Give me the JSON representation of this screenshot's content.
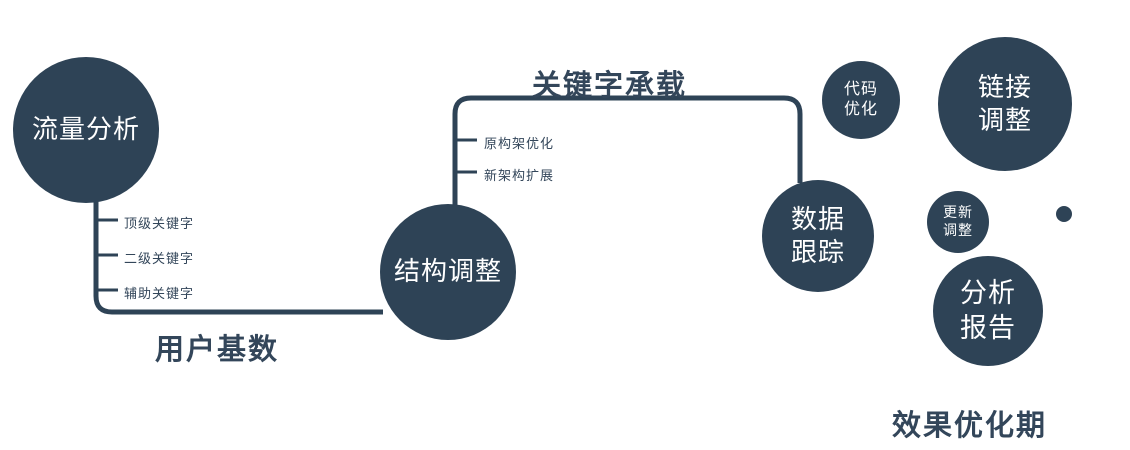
{
  "colors": {
    "primary": "#2e4356",
    "label-text": "#33465a",
    "background": "#ffffff",
    "node-text": "#ffffff"
  },
  "nodes": {
    "traffic_analysis": {
      "label": "流量分析"
    },
    "structure_adjustment": {
      "label": "结构调整"
    },
    "data_tracking": {
      "label": "数据\n跟踪"
    },
    "code_optimization": {
      "label": "代码\n优化"
    },
    "link_adjustment": {
      "label": "链接\n调整"
    },
    "update_adjustment": {
      "label": "更新\n调整"
    },
    "analysis_report": {
      "label": "分析\n报告"
    }
  },
  "edge_labels": {
    "user_base": "用户基数",
    "keyword_carrying": "关键字承载"
  },
  "branch_labels": {
    "traffic": [
      "顶级关键字",
      "二级关键字",
      "辅助关键字"
    ],
    "structure": [
      "原构架优化",
      "新架构扩展"
    ]
  },
  "caption": "效果优化期"
}
